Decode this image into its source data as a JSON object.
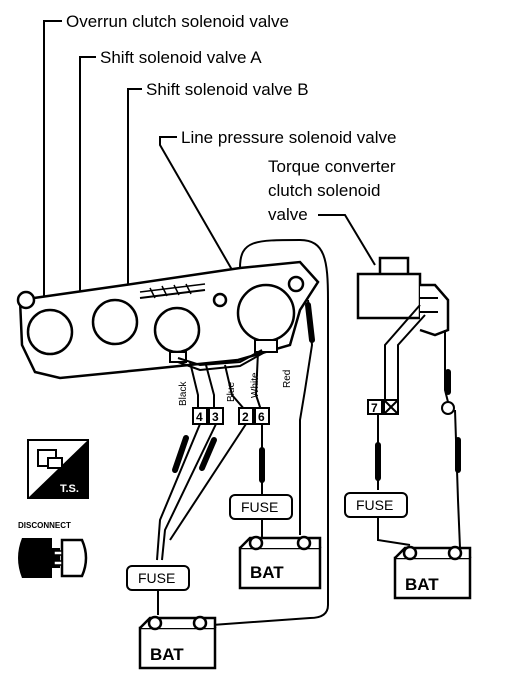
{
  "labels": {
    "overrun": "Overrun clutch solenoid valve",
    "shift_a": "Shift solenoid valve A",
    "shift_b": "Shift solenoid valve B",
    "line_pressure": "Line pressure solenoid valve",
    "tcc_1": "Torque converter",
    "tcc_2": "clutch solenoid",
    "tcc_3": "valve"
  },
  "wires": {
    "black": "Black",
    "blue": "Blue",
    "white": "White",
    "red": "Red"
  },
  "pins": [
    "4",
    "3",
    "2",
    "6",
    "7"
  ],
  "fuse_label": "FUSE",
  "battery_label": "BAT",
  "icons": {
    "ts_label": "T.S.",
    "disconnect_label": "DISCONNECT"
  }
}
